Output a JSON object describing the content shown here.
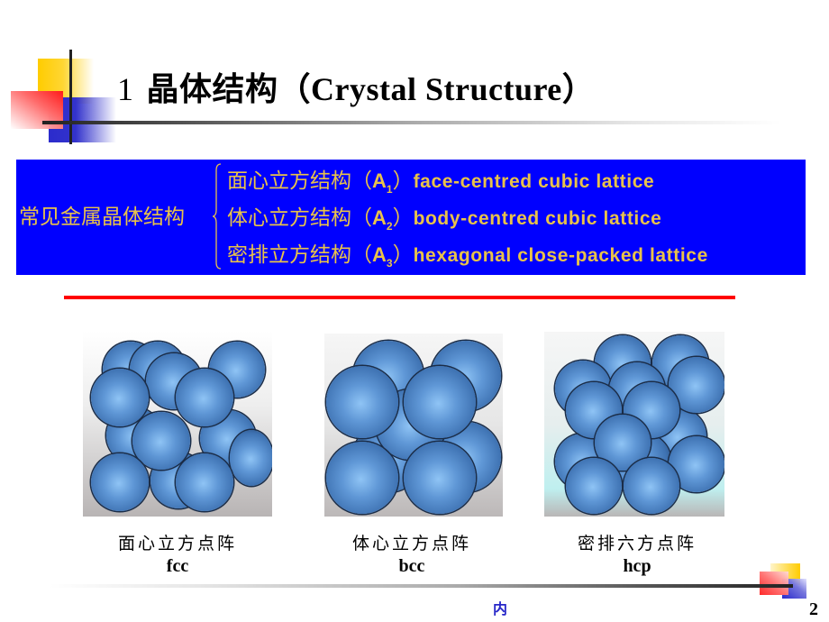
{
  "slide": {
    "title_number": "1",
    "title_text": "晶体结构（Crystal Structure）",
    "page_number": "2",
    "footer_mark": "内"
  },
  "summary_box": {
    "heading": "常见金属晶体结构",
    "background_color": "#0000ff",
    "text_color": "#e8c24a",
    "items": [
      {
        "cn": "面心立方结构",
        "symbol": "A",
        "subscript": "1",
        "en": "face-centred cubic lattice"
      },
      {
        "cn": "体心立方结构",
        "symbol": "A",
        "subscript": "2",
        "en": "body-centred cubic lattice"
      },
      {
        "cn": "密排立方结构",
        "symbol": "A",
        "subscript": "3",
        "en": "hexagonal close-packed lattice"
      }
    ]
  },
  "divider": {
    "color": "#ff0000"
  },
  "figures": [
    {
      "name": "fcc-sphere-model",
      "caption_cn": "面心立方点阵",
      "caption_en": "fcc"
    },
    {
      "name": "bcc-sphere-model",
      "caption_cn": "体心立方点阵",
      "caption_en": "bcc"
    },
    {
      "name": "hcp-sphere-model",
      "caption_cn": "密排六方点阵",
      "caption_en": "hcp"
    }
  ],
  "paren_open": "（",
  "paren_close": "）"
}
